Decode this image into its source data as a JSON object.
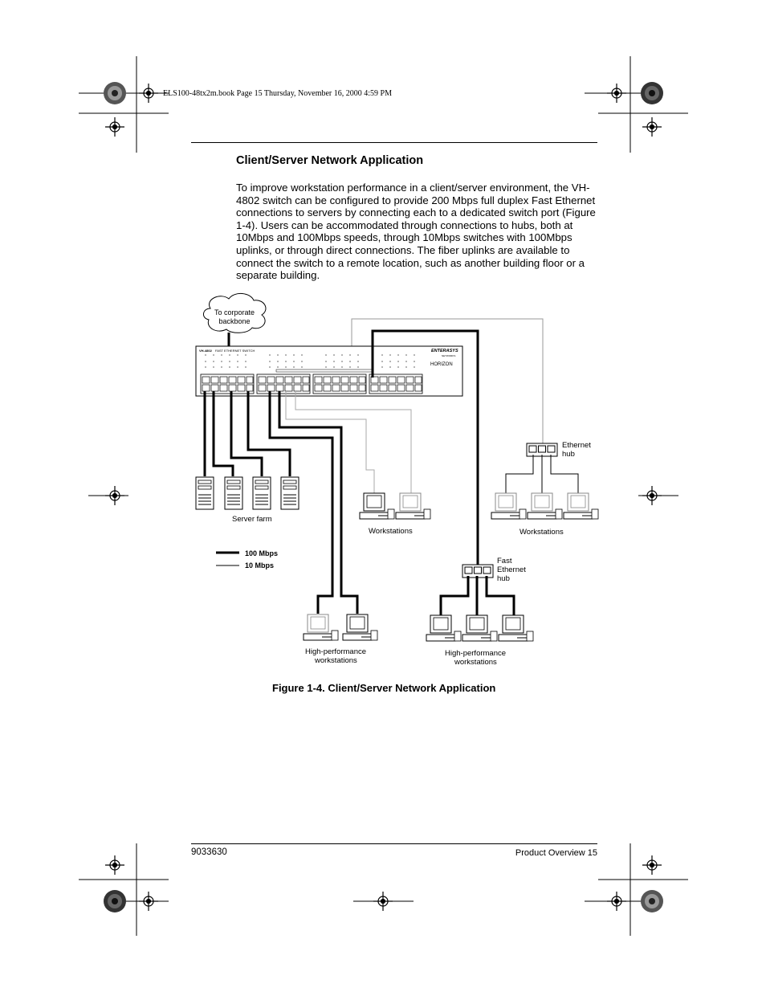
{
  "print_header": "ELS100-48tx2m.book  Page 15  Thursday, November 16, 2000  4:59 PM",
  "section_title": "Client/Server Network Application",
  "paragraph": "To improve workstation performance in a client/server environment, the VH-4802 switch can be configured to provide 200 Mbps full duplex Fast Ethernet connections to servers by connecting each to a dedicated switch port (Figure 1-4). Users can be accommodated through connections to hubs, both at 10Mbps and 100Mbps speeds, through 10Mbps switches with 100Mbps uplinks, or through direct connections. The fiber uplinks are available to connect the switch to a remote location, such as another building floor or a separate building.",
  "figure": {
    "cloud_line1": "To corporate",
    "cloud_line2": "backbone",
    "switch_model": "VH-4802",
    "switch_title": "FAST ETHERNET SWITCH",
    "brand": "ENTERASYS",
    "brand_sub": "NETWORKS",
    "brand_logo": "HORIZON",
    "ethernet_hub_line1": "Ethernet",
    "ethernet_hub_line2": "hub",
    "server_farm": "Server farm",
    "workstations_left": "Workstations",
    "workstations_right": "Workstations",
    "fast_hub_line1": "Fast",
    "fast_hub_line2": "Ethernet",
    "fast_hub_line3": "hub",
    "legend_100": "100 Mbps",
    "legend_10": "10 Mbps",
    "hp_left_line1": "High-performance",
    "hp_left_line2": "workstations",
    "hp_right_line1": "High-performance",
    "hp_right_line2": "workstations"
  },
  "figure_caption": "Figure 1-4.  Client/Server Network Application",
  "footer": {
    "doc_number": "9033630",
    "page_label": "Product Overview  15"
  }
}
